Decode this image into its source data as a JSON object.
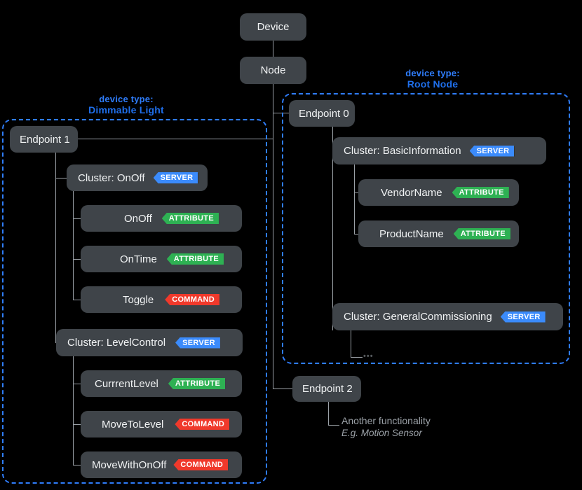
{
  "diagram": {
    "title_nodes": {
      "device": "Device",
      "node": "Node"
    },
    "device_types": {
      "dimmable": {
        "key": "device type:",
        "value": "Dimmable Light"
      },
      "root": {
        "key": "device type:",
        "value": "Root Node"
      }
    },
    "endpoints": {
      "ep0": "Endpoint 0",
      "ep1": "Endpoint 1",
      "ep2": "Endpoint 2"
    },
    "clusters": {
      "onoff": {
        "label": "Cluster: OnOff",
        "tag": "SERVER"
      },
      "levelcontrol": {
        "label": "Cluster: LevelControl",
        "tag": "SERVER"
      },
      "basicinfo": {
        "label": "Cluster: BasicInformation",
        "tag": "SERVER"
      },
      "generalcomm": {
        "label": "Cluster: GeneralCommissioning",
        "tag": "SERVER"
      }
    },
    "members": {
      "onoff": [
        {
          "name": "OnOff",
          "tag": "ATTRIBUTE",
          "kind": "attribute"
        },
        {
          "name": "OnTime",
          "tag": "ATTRIBUTE",
          "kind": "attribute"
        },
        {
          "name": "Toggle",
          "tag": "COMMAND",
          "kind": "command"
        }
      ],
      "levelcontrol": [
        {
          "name": "CurrrentLevel",
          "tag": "ATTRIBUTE",
          "kind": "attribute"
        },
        {
          "name": "MoveToLevel",
          "tag": "COMMAND",
          "kind": "command"
        },
        {
          "name": "MoveWithOnOff",
          "tag": "COMMAND",
          "kind": "command"
        }
      ],
      "basicinfo": [
        {
          "name": "VendorName",
          "tag": "ATTRIBUTE",
          "kind": "attribute"
        },
        {
          "name": "ProductName",
          "tag": "ATTRIBUTE",
          "kind": "attribute"
        }
      ],
      "generalcomm_more": "•••"
    },
    "ep2_note": {
      "line1": "Another functionality",
      "line2": "E.g. Motion Sensor"
    },
    "colors": {
      "background": "#000000",
      "box_fill": "#3f4449",
      "connector": "#9aa0a6",
      "panel_border": "#2f7dfb",
      "tag_server": "#3b8bfb",
      "tag_attribute": "#2eb153",
      "tag_command": "#f0392b",
      "text_primary": "#f1f3f4",
      "text_muted": "#9aa0a6"
    }
  }
}
